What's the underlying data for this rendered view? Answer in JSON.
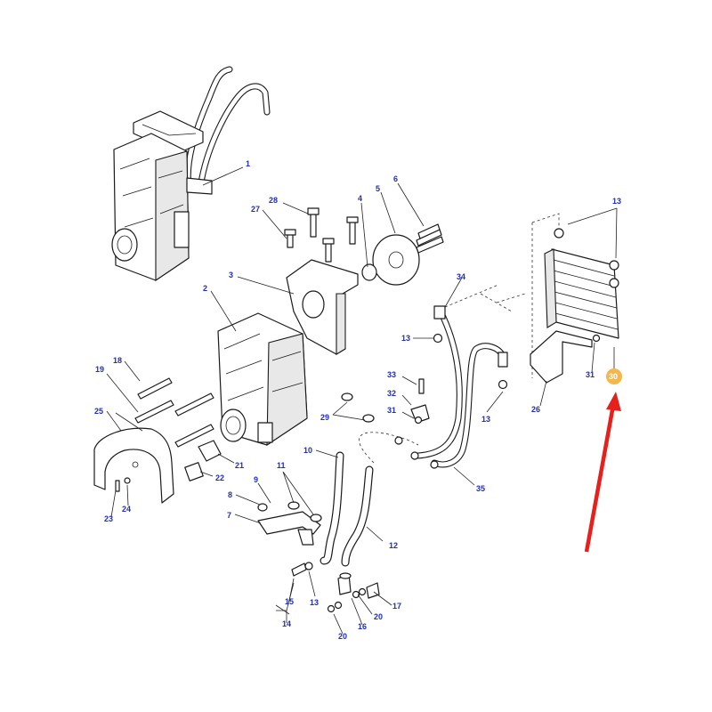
{
  "diagram": {
    "callouts": [
      {
        "id": "c1",
        "text": "1"
      },
      {
        "id": "c2",
        "text": "2"
      },
      {
        "id": "c3",
        "text": "3"
      },
      {
        "id": "c4",
        "text": "4"
      },
      {
        "id": "c5",
        "text": "5"
      },
      {
        "id": "c6",
        "text": "6"
      },
      {
        "id": "c7",
        "text": "7"
      },
      {
        "id": "c8",
        "text": "8"
      },
      {
        "id": "c9",
        "text": "9"
      },
      {
        "id": "c10",
        "text": "10"
      },
      {
        "id": "c11",
        "text": "11"
      },
      {
        "id": "c12",
        "text": "12"
      },
      {
        "id": "c13a",
        "text": "13"
      },
      {
        "id": "c13b",
        "text": "13"
      },
      {
        "id": "c13c",
        "text": "13"
      },
      {
        "id": "c13d",
        "text": "13"
      },
      {
        "id": "c14",
        "text": "14"
      },
      {
        "id": "c15",
        "text": "15"
      },
      {
        "id": "c16",
        "text": "16"
      },
      {
        "id": "c17",
        "text": "17"
      },
      {
        "id": "c18",
        "text": "18"
      },
      {
        "id": "c19",
        "text": "19"
      },
      {
        "id": "c20a",
        "text": "20"
      },
      {
        "id": "c20b",
        "text": "20"
      },
      {
        "id": "c21",
        "text": "21"
      },
      {
        "id": "c22",
        "text": "22"
      },
      {
        "id": "c23",
        "text": "23"
      },
      {
        "id": "c24",
        "text": "24"
      },
      {
        "id": "c25",
        "text": "25"
      },
      {
        "id": "c26",
        "text": "26"
      },
      {
        "id": "c27",
        "text": "27"
      },
      {
        "id": "c28",
        "text": "28"
      },
      {
        "id": "c29",
        "text": "29"
      },
      {
        "id": "c30",
        "text": "30"
      },
      {
        "id": "c31a",
        "text": "31"
      },
      {
        "id": "c31b",
        "text": "31"
      },
      {
        "id": "c33",
        "text": "33"
      },
      {
        "id": "c32",
        "text": "32"
      },
      {
        "id": "c34",
        "text": "34"
      },
      {
        "id": "c35",
        "text": "35"
      }
    ],
    "highlight": {
      "callout": "30",
      "badge_color": "#f5b74a",
      "arrow_color": "#e8201b"
    },
    "callout_color": "#1f2fb8"
  }
}
